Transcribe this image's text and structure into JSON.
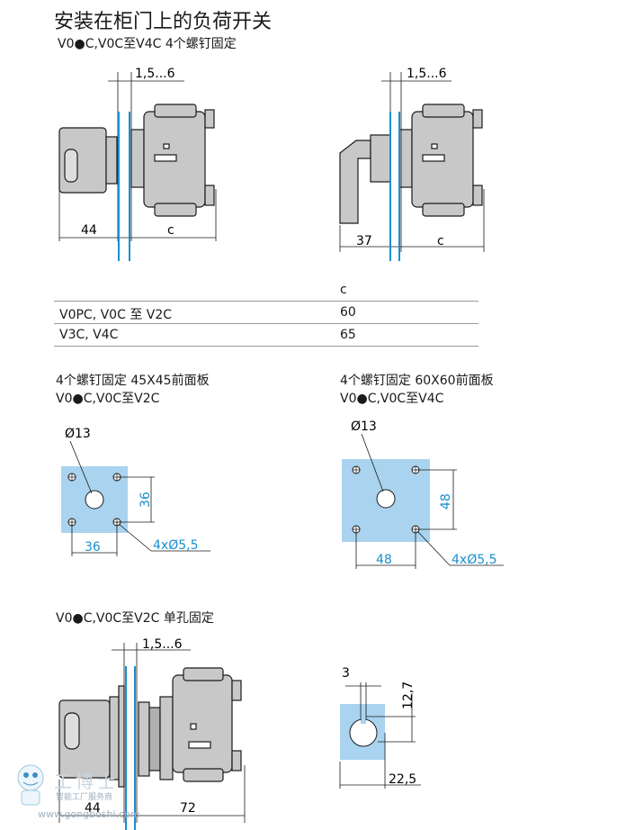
{
  "title": "安装在柜门上的负荷开关",
  "sec1_sub": "V0●C,V0C至V4C  4个螺钉固定",
  "dim_gap": "1,5...6",
  "dim_44": "44",
  "dim_37": "37",
  "dim_c": "c",
  "table": {
    "header": "c",
    "rows": [
      {
        "model": "V0PC, V0C 至 V2C",
        "value": "60"
      },
      {
        "model": "V3C, V4C",
        "value": "65"
      }
    ]
  },
  "left_plate": {
    "line1": "4个螺钉固定 45X45前面板",
    "line2": "V0●C,V0C至V2C",
    "hole": "Ø13",
    "size_h": "36",
    "size_w": "36",
    "screw": "4xØ5,5"
  },
  "right_plate": {
    "line1": "4个螺钉固定 60X60前面板",
    "line2": "V0●C,V0C至V4C",
    "hole": "Ø13",
    "size_h": "48",
    "size_w": "48",
    "screw": "4xØ5,5"
  },
  "sec3_sub": "V0●C,V0C至V2C  单孔固定",
  "dim_72": "72",
  "dim_3": "3",
  "dim_12_7": "12,7",
  "dim_22_5": "22,5",
  "colors": {
    "blue": "#1a8fd0",
    "panel": "#a9d3ee",
    "gray": "#c8c8c8"
  },
  "watermark": {
    "brand": "工博士",
    "tagline": "智能工厂服务商",
    "url": "www.gongboshi.com"
  }
}
